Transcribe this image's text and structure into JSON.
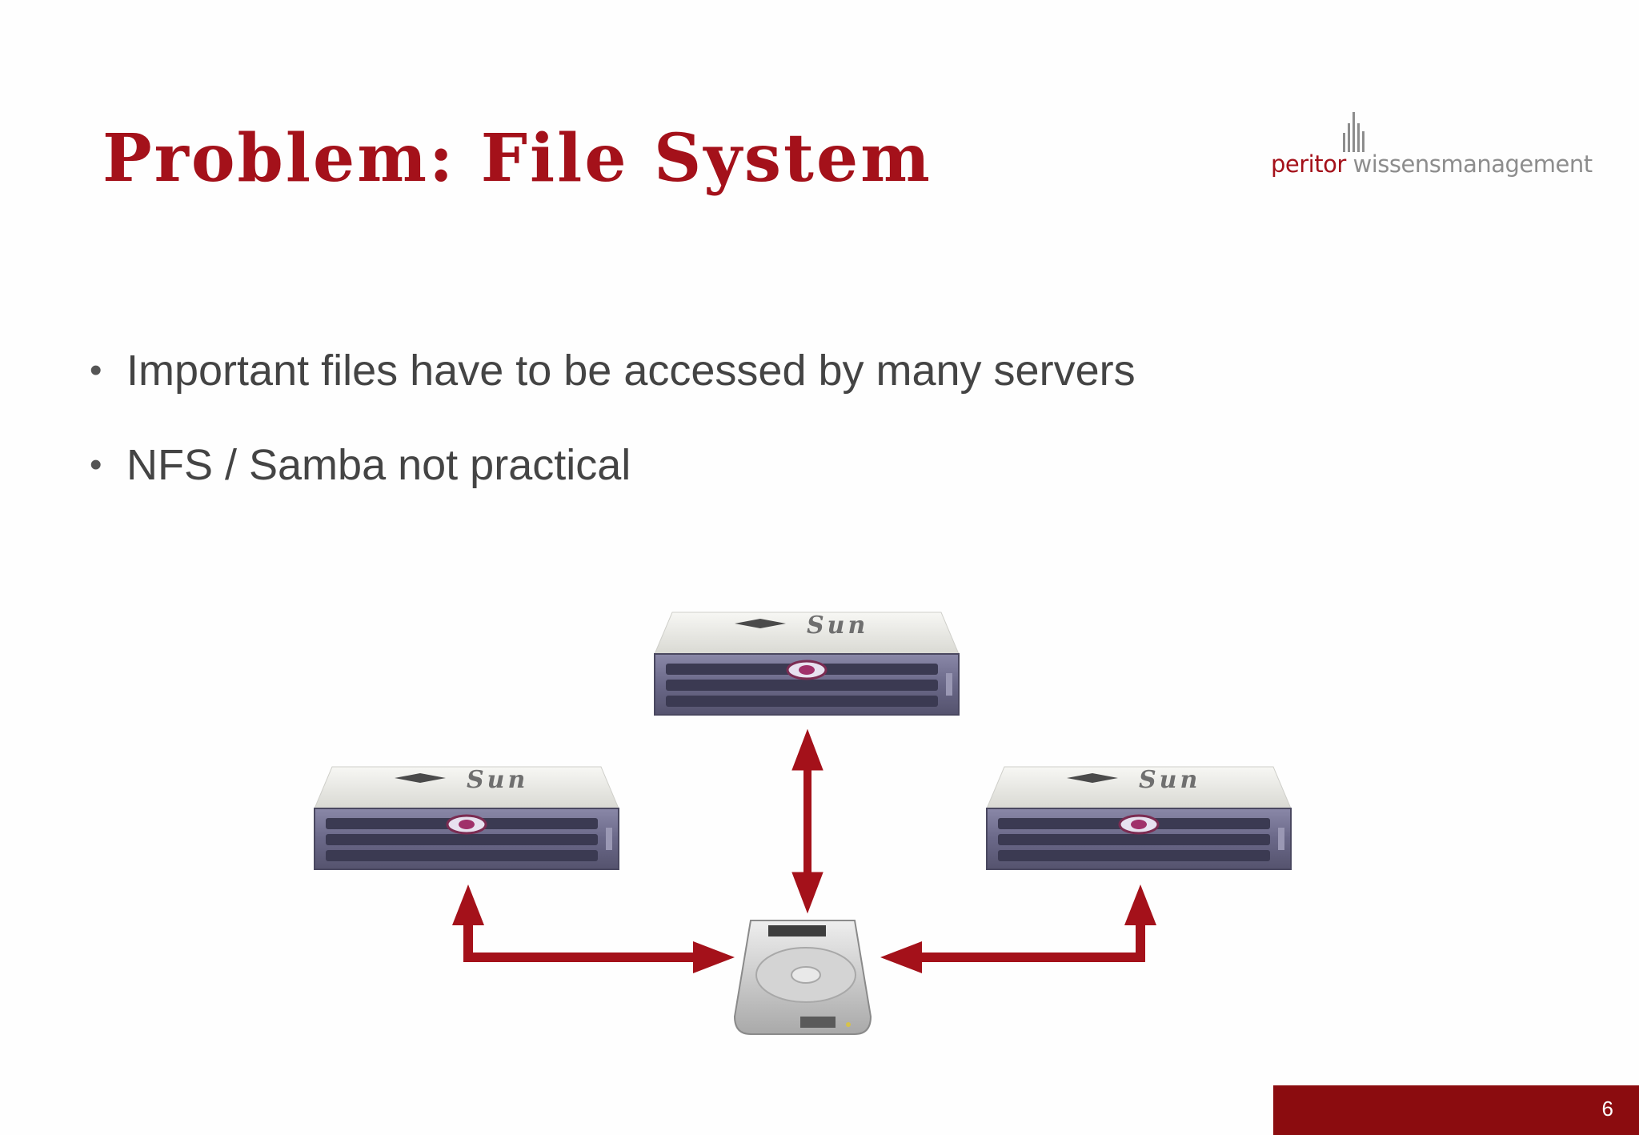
{
  "slide": {
    "title": "Problem: File System",
    "bullets": [
      "Important files have to be accessed by many servers",
      "NFS / Samba not practical"
    ],
    "bullet_glyph": "•",
    "page_number": "6"
  },
  "logo": {
    "brand": "peritor",
    "suffix": "wissensmanagement"
  },
  "diagram": {
    "server_brand": "Sun",
    "server_icon": "rack-server-icon",
    "disk_icon": "hard-disk-icon",
    "arrow_color": "#a4111a"
  },
  "colors": {
    "title": "#a4111a",
    "text": "#444444",
    "footer": "#8b0c0f"
  }
}
